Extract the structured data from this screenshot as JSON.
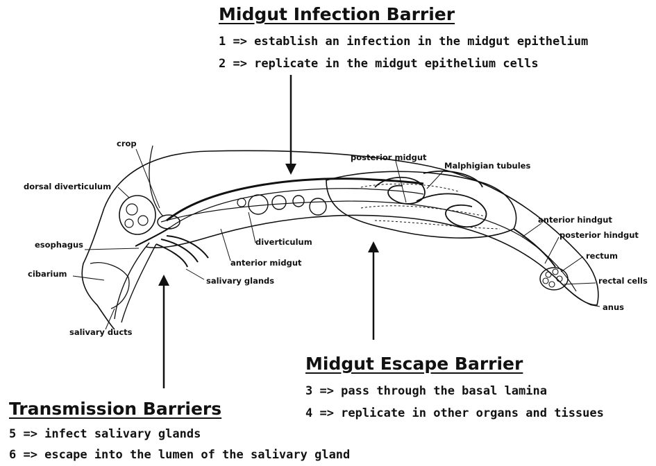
{
  "midgut_infection": {
    "title": "Midgut Infection Barrier",
    "steps": [
      "1 => establish an infection in the midgut epithelium",
      "2 => replicate in the midgut epithelium cells"
    ]
  },
  "midgut_escape": {
    "title": "Midgut Escape Barrier",
    "steps": [
      "3 => pass through the basal lamina",
      "4 => replicate in other organs and tissues"
    ]
  },
  "transmission": {
    "title": "Transmission Barriers",
    "steps": [
      "5 => infect salivary glands",
      "6 => escape into the lumen of the salivary gland"
    ]
  },
  "labels": {
    "crop": "crop",
    "dorsal_diverticulum": "dorsal diverticulum",
    "esophagus": "esophagus",
    "cibarium": "cibarium",
    "salivary_ducts": "salivary ducts",
    "salivary_glands": "salivary glands",
    "anterior_midgut": "anterior midgut",
    "diverticulum": "diverticulum",
    "posterior_midgut": "posterior midgut",
    "malphigian_tubules": "Malphigian tubules",
    "anterior_hindgut": "anterior hindgut",
    "posterior_hindgut": "posterior hindgut",
    "rectum": "rectum",
    "rectal_cells": "rectal cells",
    "anus": "anus"
  }
}
